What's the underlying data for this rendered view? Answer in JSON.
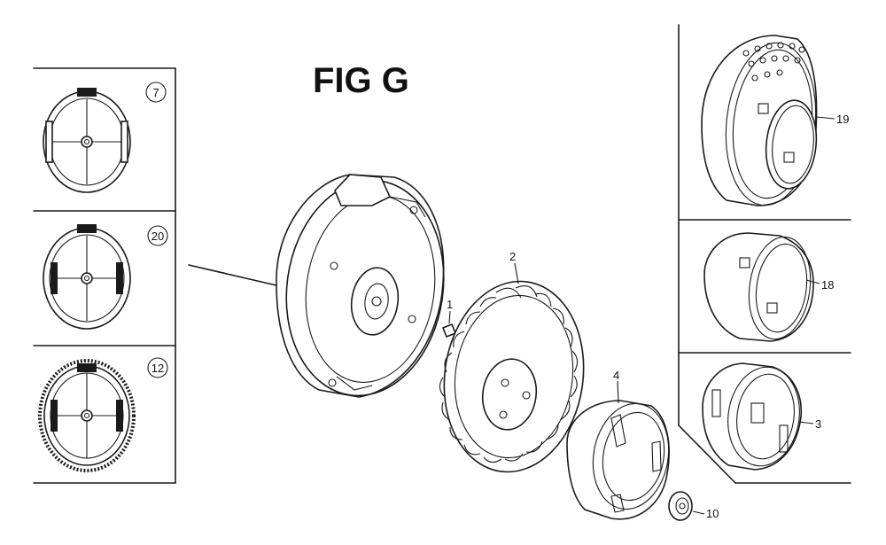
{
  "figure": {
    "title": "FIG G"
  },
  "callouts": {
    "p1": "1",
    "p2": "2",
    "p3": "3",
    "p4": "4",
    "p7": "7",
    "p10": "10",
    "p12": "12",
    "p18": "18",
    "p19": "19",
    "p20": "20"
  }
}
